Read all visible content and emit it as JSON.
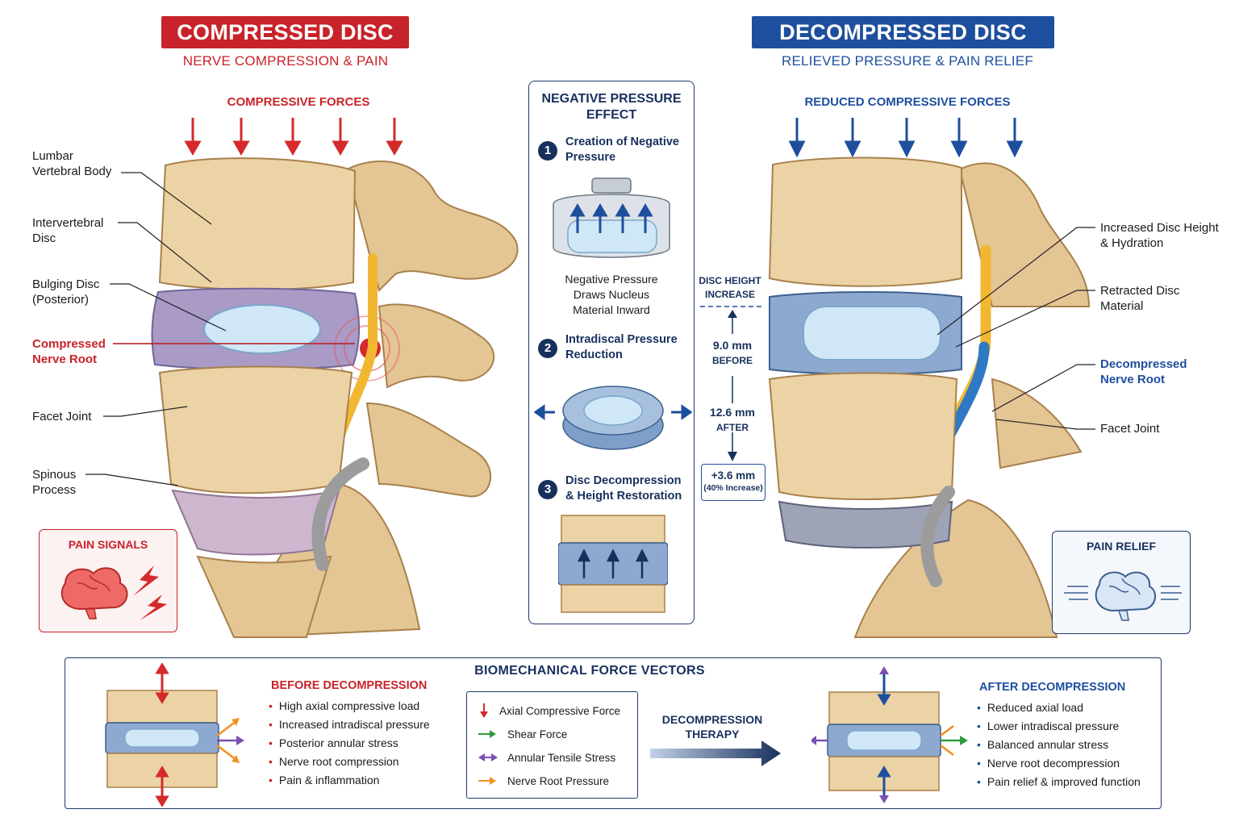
{
  "left": {
    "title": "COMPRESSED DISC",
    "subtitle": "NERVE COMPRESSION & PAIN",
    "force_label": "COMPRESSIVE FORCES",
    "labels": {
      "vertebral_body": [
        "Lumbar",
        "Vertebral Body"
      ],
      "intervertebral_disc": [
        "Intervertebral",
        "Disc"
      ],
      "bulging_disc": [
        "Bulging Disc",
        "(Posterior)"
      ],
      "compressed_nerve_root": [
        "Compressed",
        "Nerve Root"
      ],
      "facet_joint": [
        "Facet Joint"
      ],
      "spinous_process": [
        "Spinous",
        "Process"
      ]
    },
    "pain_box_title": "PAIN SIGNALS"
  },
  "right": {
    "title": "DECOMPRESSED DISC",
    "subtitle": "RELIEVED PRESSURE & PAIN RELIEF",
    "force_label": "REDUCED COMPRESSIVE FORCES",
    "labels": {
      "disc_height": [
        "Increased Disc Height",
        "& Hydration"
      ],
      "retracted": [
        "Retracted Disc",
        "Material"
      ],
      "decompressed_nerve_root": [
        "Decompressed",
        "Nerve Root"
      ],
      "facet_joint": [
        "Facet Joint"
      ]
    },
    "relief_box_title": "PAIN RELIEF"
  },
  "center_panel": {
    "title": [
      "NEGATIVE PRESSURE",
      "EFFECT"
    ],
    "steps": [
      {
        "num": "1",
        "title": [
          "Creation of Negative",
          "Pressure"
        ],
        "caption": [
          "Negative Pressure",
          "Draws Nucleus",
          "Material Inward"
        ]
      },
      {
        "num": "2",
        "title": [
          "Intradiscal Pressure",
          "Reduction"
        ]
      },
      {
        "num": "3",
        "title": [
          "Disc Decompression",
          "& Height Restoration"
        ]
      }
    ]
  },
  "measurement": {
    "header": [
      "DISC HEIGHT",
      "INCREASE"
    ],
    "before_value": "9.0 mm",
    "before_label": "BEFORE",
    "after_value": "12.6 mm",
    "after_label": "AFTER",
    "increase_value": "+3.6 mm",
    "increase_label": "(40% Increase)"
  },
  "bottom": {
    "title": "BIOMECHANICAL FORCE VECTORS",
    "before": {
      "title": "BEFORE DECOMPRESSION",
      "items": [
        "High axial compressive load",
        "Increased intradiscal pressure",
        "Posterior annular stress",
        "Nerve root compression",
        "Pain & inflammation"
      ]
    },
    "legend": [
      {
        "label": "Axial Compressive Force",
        "color": "#d42a2a"
      },
      {
        "label": "Shear Force",
        "color": "#2e9a3e"
      },
      {
        "label": "Annular Tensile Stress",
        "color": "#7b4fb0"
      },
      {
        "label": "Nerve Root Pressure",
        "color": "#f0921e"
      }
    ],
    "therapy_label": [
      "DECOMPRESSION",
      "THERAPY"
    ],
    "after": {
      "title": "AFTER DECOMPRESSION",
      "items": [
        "Reduced axial load",
        "Lower intradiscal pressure",
        "Balanced annular stress",
        "Nerve root decompression",
        "Pain relief & improved function"
      ]
    }
  },
  "colors": {
    "red": "#c8232a",
    "blue": "#1e4f9e",
    "navy": "#17305c",
    "bone": "#e6c99a",
    "bone_dark": "#b88d55",
    "disc_purple": "#9d8fc0",
    "disc_blue": "#7e9fc9",
    "nucleus": "#cfe7f7",
    "nerve_yellow": "#f2b731"
  }
}
